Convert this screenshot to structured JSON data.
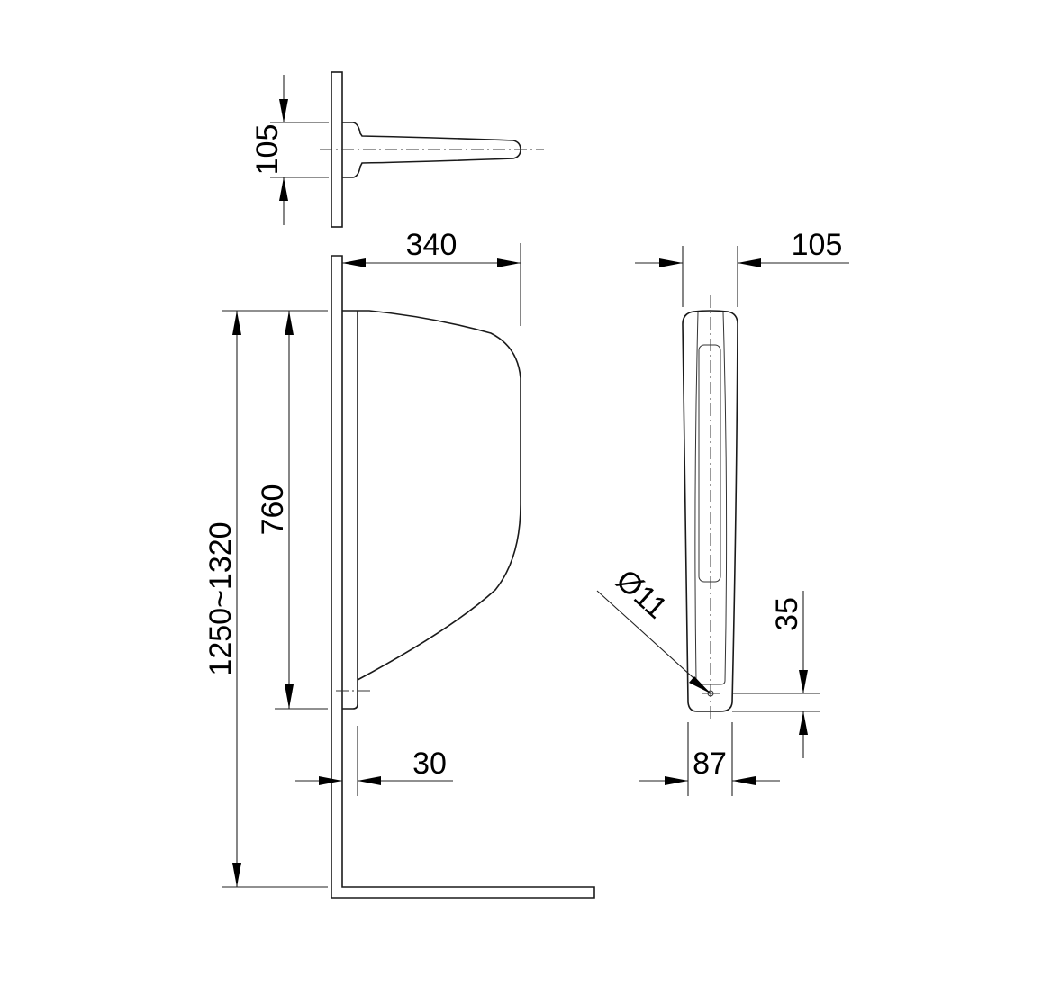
{
  "drawing": {
    "subject": "wall-hung urinal dimension drawing",
    "views": [
      "top view",
      "side view",
      "front view"
    ]
  },
  "dimensions": {
    "top_width": "105",
    "projection": "340",
    "front_width_top": "105",
    "mounting_height": "1250~1320",
    "body_height": "760",
    "wall_gap": "30",
    "outlet_diameter": "Ø11",
    "outlet_height": "35",
    "front_width_bottom": "87"
  }
}
